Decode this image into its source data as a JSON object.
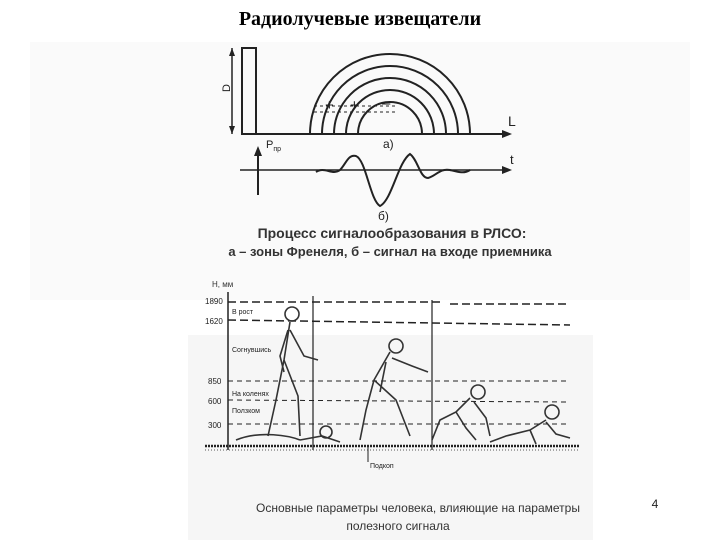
{
  "slide": {
    "title": "Радиолучевые извещатели",
    "page_number": "4"
  },
  "figure_top": {
    "label_D": "D",
    "label_L": "L",
    "label_P": "P",
    "label_P_sub": "пр",
    "label_t": "t",
    "sign_plus": "+",
    "sign_minus": "–",
    "label_a": "а)",
    "label_b": "б)",
    "caption_line1": "Процесс сигналообразования в РЛСО:",
    "caption_line2": "а – зоны Френеля, б – сигнал на входе приемника"
  },
  "figure_bottom": {
    "axis_title": "Н, мм",
    "heights": [
      "1890",
      "1620",
      "850",
      "600",
      "300"
    ],
    "postures": {
      "standing": "В рост",
      "crouching": "Согнувшись",
      "kneeling": "На коленях",
      "crawling": "Ползком",
      "tunnel": "Подкоп"
    },
    "caption_line1": "Основные параметры человека, влияющие на параметры",
    "caption_line2": "полезного сигнала"
  }
}
